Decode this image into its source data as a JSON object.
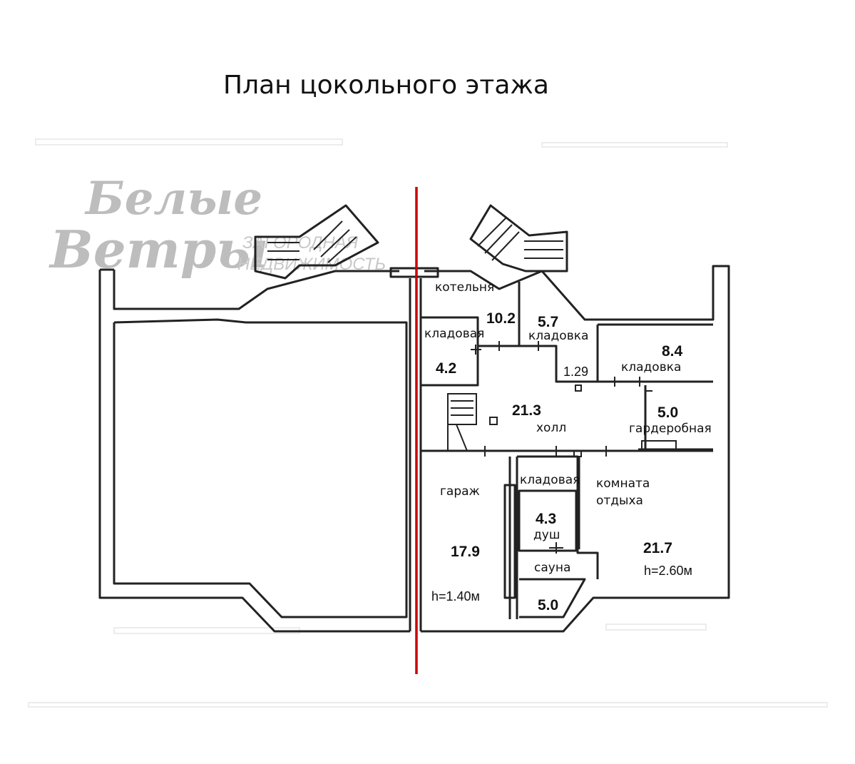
{
  "title": "План цокольного этажа",
  "logo": {
    "line1": "Белые",
    "line2": "Ветры",
    "sub1": "ЗАГОРОДНАЯ",
    "sub2": "НЕДВИЖИМОСТЬ"
  },
  "rooms": {
    "boiler": {
      "label": "котельня",
      "area": "10.2"
    },
    "pantry_left": {
      "label": "кладовая",
      "area": "4.2"
    },
    "storage_mid": {
      "label": "кладовка",
      "area": "5.7"
    },
    "small_nook": {
      "area": "1.29"
    },
    "storage_right": {
      "label": "кладовка",
      "area": "8.4"
    },
    "hall": {
      "label": "холл",
      "area": "21.3"
    },
    "wardrobe": {
      "label": "гардеробная",
      "area": "5.0"
    },
    "garage": {
      "label": "гараж",
      "area": "17.9",
      "height": "h=1.40м"
    },
    "pantry_small": {
      "label": "кладовая"
    },
    "shower": {
      "label": "душ",
      "area": "4.3"
    },
    "sauna": {
      "label": "сауна",
      "area": "5.0"
    },
    "rest_room": {
      "label_line1": "комната",
      "label_line2": "отдыха",
      "area": "21.7",
      "height": "h=2.60м"
    }
  },
  "divider_color": "#cc0000"
}
